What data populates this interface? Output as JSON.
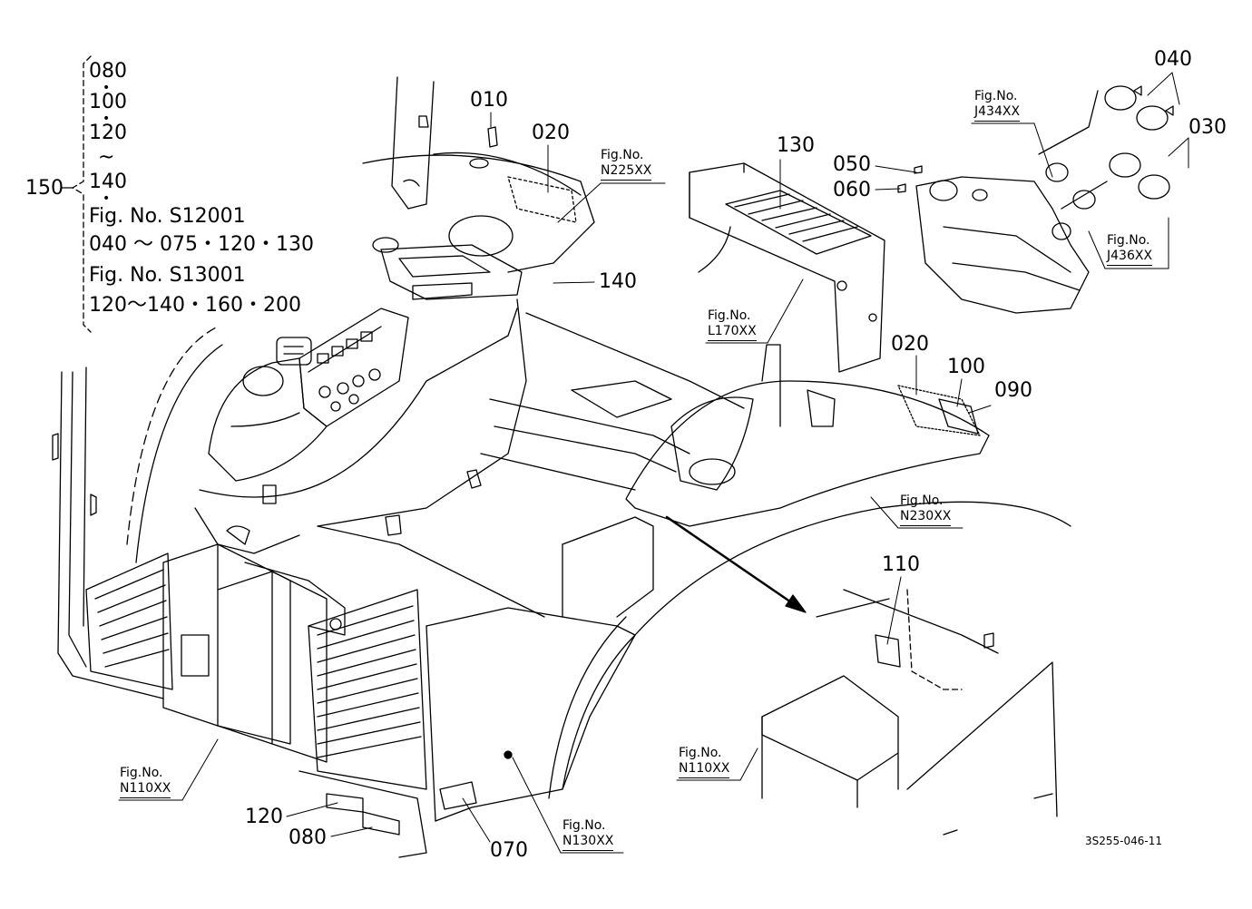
{
  "legend": {
    "main_number": "150",
    "entries": [
      "080",
      "100",
      "120",
      "~",
      "140"
    ],
    "fig1": "Fig. No. S12001",
    "fig1_parts": "040 ～ 075・120・130",
    "fig2": "Fig. No. S13001",
    "fig2_parts": "120～140・160・200"
  },
  "callouts": {
    "c010": "010",
    "c020_top": "020",
    "c140": "140",
    "c130": "130",
    "c050": "050",
    "c060": "060",
    "c040": "040",
    "c030": "030",
    "c020_right": "020",
    "c100": "100",
    "c090": "090",
    "c110": "110",
    "c120": "120",
    "c080": "080",
    "c070": "070"
  },
  "figrefs": {
    "n225": {
      "prefix": "Fig.No.",
      "number": "N225XX"
    },
    "j434": {
      "prefix": "Fig.No.",
      "number": "J434XX"
    },
    "j436": {
      "prefix": "Fig.No.",
      "number": "J436XX"
    },
    "l170": {
      "prefix": "Fig.No.",
      "number": "L170XX"
    },
    "n230": {
      "prefix": "Fig.No.",
      "number": "N230XX"
    },
    "n110_left": {
      "prefix": "Fig.No.",
      "number": "N110XX"
    },
    "n110_right": {
      "prefix": "Fig.No.",
      "number": "N110XX"
    },
    "n130": {
      "prefix": "Fig.No.",
      "number": "N130XX"
    }
  },
  "drawing_code": "3S255-046-11"
}
